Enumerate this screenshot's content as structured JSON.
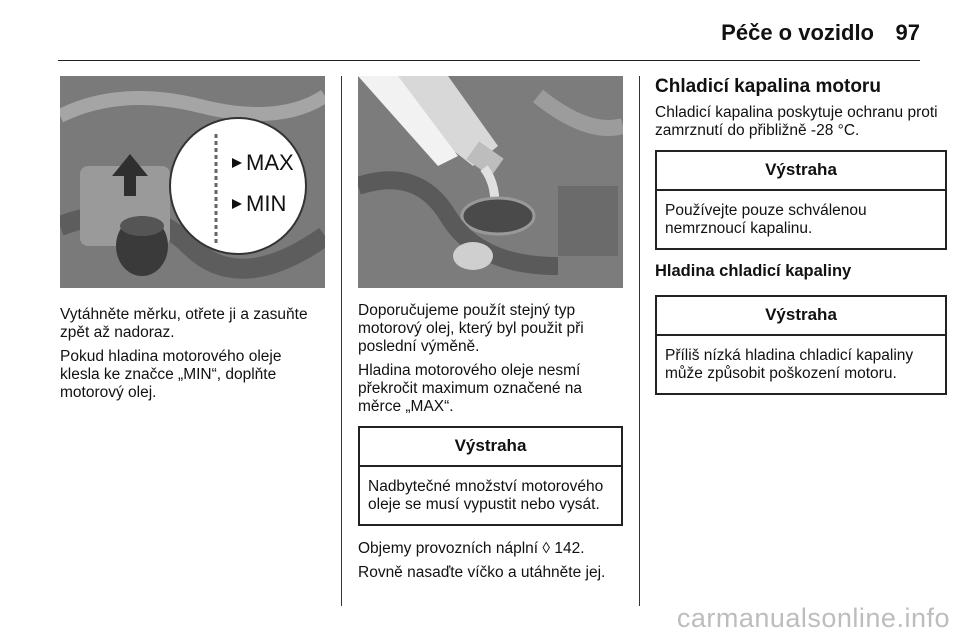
{
  "header": {
    "title": "Péče o vozidlo",
    "page_number": "97"
  },
  "col1": {
    "image_labels": {
      "max": "MAX",
      "min": "MIN"
    },
    "para1": "Vytáhněte měrku, otřete ji a zasuňte zpět až nadoraz.",
    "para2": "Pokud hladina motorového oleje klesla ke značce „MIN“, doplňte motorový olej."
  },
  "col2": {
    "para1": "Doporučujeme použít stejný typ motorový olej, který byl použit při poslední výměně.",
    "para2": "Hladina motorového oleje nesmí překročit maximum označené na měrce „MAX“.",
    "warning": {
      "title": "Výstraha",
      "text": "Nadbytečné množství motorového oleje se musí vypustit nebo vysát."
    },
    "para3": "Objemy provozních náplní ◊ 142.",
    "para4": "Rovně nasaďte víčko a utáhněte jej."
  },
  "col3": {
    "section_title": "Chladicí kapalina motoru",
    "intro": "Chladicí kapalina poskytuje ochranu proti zamrznutí do přibližně -28 °C.",
    "warning1": {
      "title": "Výstraha",
      "text": "Používejte pouze schválenou nemrznoucí kapalinu."
    },
    "subsection_title": "Hladina chladicí kapaliny",
    "warning2": {
      "title": "Výstraha",
      "text": "Příliš nízká hladina chladicí kapaliny může způsobit poškození motoru."
    }
  },
  "watermark": "carmanualsonline.info"
}
